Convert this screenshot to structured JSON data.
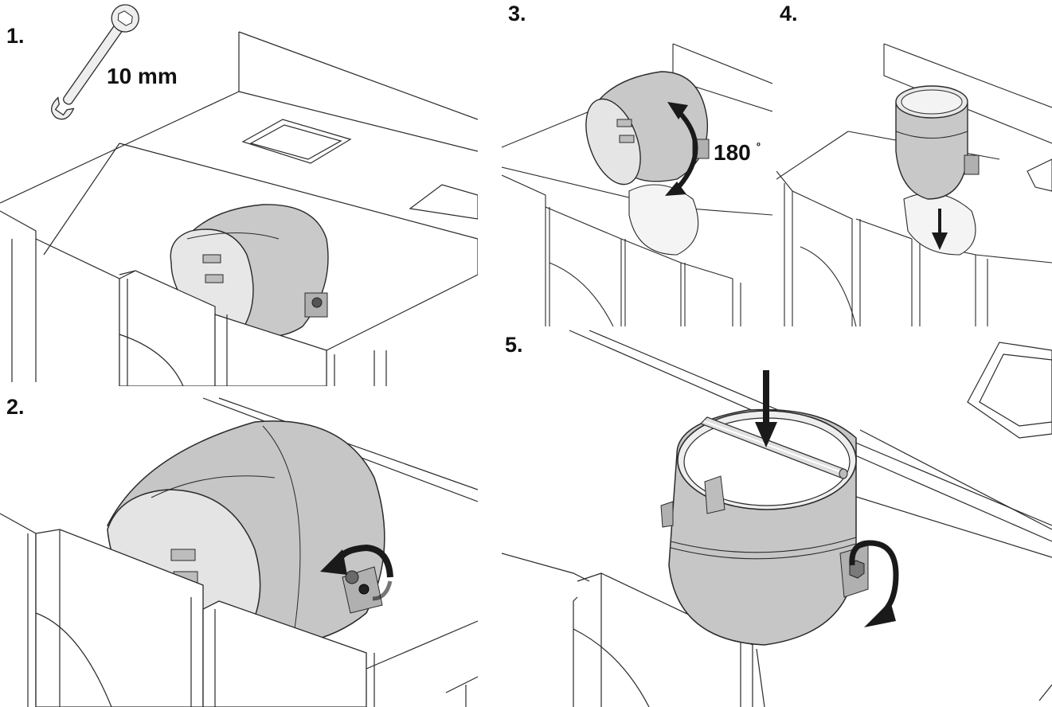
{
  "steps": [
    {
      "number": "1.",
      "callout": "10 mm",
      "tool": "wrench-icon"
    },
    {
      "number": "2.",
      "action": "rotate-counterclockwise-arrow"
    },
    {
      "number": "3.",
      "callout": "180",
      "callout_unit": "º",
      "action": "rotate-180-arrow"
    },
    {
      "number": "4.",
      "action": "insert-down-arrow"
    },
    {
      "number": "5.",
      "action": "press-down-arrow"
    }
  ],
  "colors": {
    "line": "#2a2a2a",
    "duct_fill": "#c9c9c9",
    "duct_shade": "#a9a9a9",
    "arrow": "#1a1a1a"
  }
}
